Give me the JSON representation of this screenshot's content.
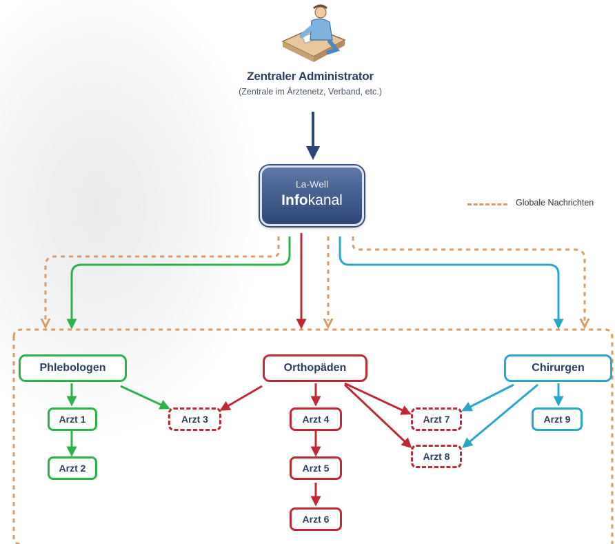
{
  "admin": {
    "title": "Zentraler Administrator",
    "subtitle": "(Zentrale im Ärztenetz, Verband, etc.)",
    "icon": "administrator-at-desk-icon"
  },
  "hub": {
    "line1": "La-Well",
    "bold": "Info",
    "rest": "kanal"
  },
  "legend": {
    "label": "Globale Nachrichten",
    "color": "#d89c66"
  },
  "groups": {
    "phlebo": "Phlebologen",
    "ortho": "Orthopäden",
    "chir": "Chirurgen"
  },
  "doctors": {
    "a1": "Arzt 1",
    "a2": "Arzt 2",
    "a3": "Arzt 3",
    "a4": "Arzt 4",
    "a5": "Arzt 5",
    "a6": "Arzt 6",
    "a7": "Arzt 7",
    "a8": "Arzt 8",
    "a9": "Arzt 9"
  },
  "colors": {
    "green": "#2db24a",
    "red": "#c02833",
    "blue": "#29a6c8",
    "navy": "#2c4775",
    "orange": "#d89c66"
  }
}
